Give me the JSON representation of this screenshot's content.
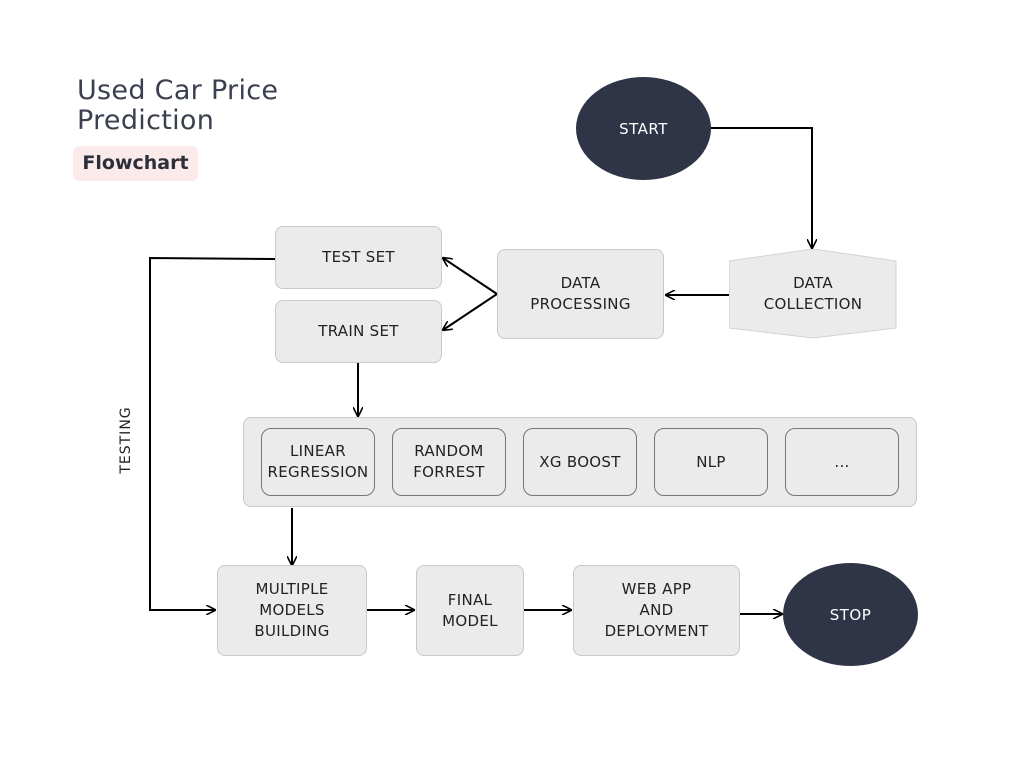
{
  "title": "Used Car Price\nPrediction",
  "badge": "Flowchart",
  "nodes": {
    "start": "START",
    "data_collection": "DATA\nCOLLECTION",
    "data_processing": "DATA\nPROCESSING",
    "test_set": "TEST SET",
    "train_set": "TRAIN SET",
    "multiple_models": "MULTIPLE\nMODELS\nBUILDING",
    "final_model": "FINAL\nMODEL",
    "web_app": "WEB APP\nAND\nDEPLOYMENT",
    "stop": "STOP"
  },
  "models": [
    "LINEAR\nREGRESSION",
    "RANDOM\nFORREST",
    "XG BOOST",
    "NLP",
    "..."
  ],
  "edge_label": "TESTING",
  "colors": {
    "oval": "#2f3546",
    "box": "#ebebeb",
    "badge_bg": "#fbeaea",
    "title": "#3a4050"
  }
}
